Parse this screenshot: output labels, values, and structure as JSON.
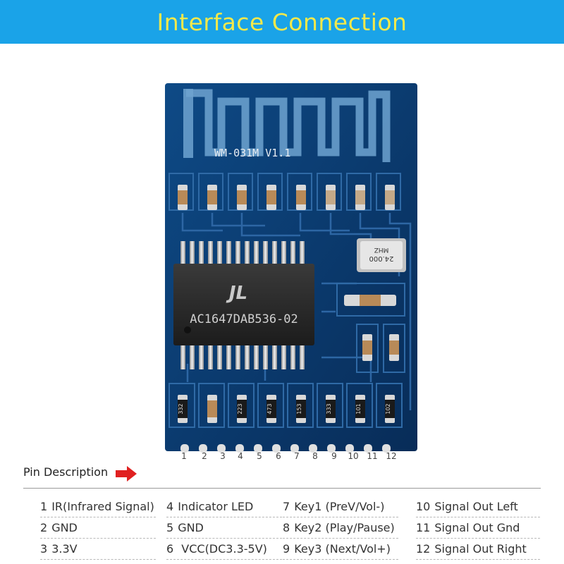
{
  "header": {
    "title": "Interface Connection"
  },
  "board": {
    "model_label": "WM-031M  V1.1",
    "chip_label": "AC1647DAB536-02",
    "chip_logo": "JL",
    "crystal_label": "24.000",
    "crystal_sub": "MHZ",
    "bottom_resistors": [
      "332",
      "",
      "223",
      "473",
      "153",
      "333",
      "101",
      "102"
    ],
    "pin_numbers": [
      "1",
      "2",
      "3",
      "4",
      "5",
      "6",
      "7",
      "8",
      "9",
      "10",
      "11",
      "12"
    ]
  },
  "pin_section": {
    "title": "Pin Description",
    "arrow_icon": "red-arrow-right-icon"
  },
  "pins": [
    {
      "num": "1",
      "label": "IR(Infrared Signal)"
    },
    {
      "num": "2",
      "label": "GND"
    },
    {
      "num": "3",
      "label": "3.3V"
    },
    {
      "num": "4",
      "label": "Indicator LED"
    },
    {
      "num": "5",
      "label": "GND"
    },
    {
      "num": "6",
      "label": " VCC(DC3.3-5V)"
    },
    {
      "num": "7",
      "label": "Key1 (PreV/Vol-)"
    },
    {
      "num": "8",
      "label": "Key2 (Play/Pause)"
    },
    {
      "num": "9",
      "label": "Key3 (Next/Vol+)"
    },
    {
      "num": "10",
      "label": "Signal Out Left"
    },
    {
      "num": "11",
      "label": "Signal Out Gnd"
    },
    {
      "num": "12",
      "label": "Signal Out Right"
    }
  ],
  "colors": {
    "banner": "#1aa3e8",
    "title": "#f5e94a",
    "pcb": "#0b3a6e",
    "arrow": "#e02020"
  }
}
